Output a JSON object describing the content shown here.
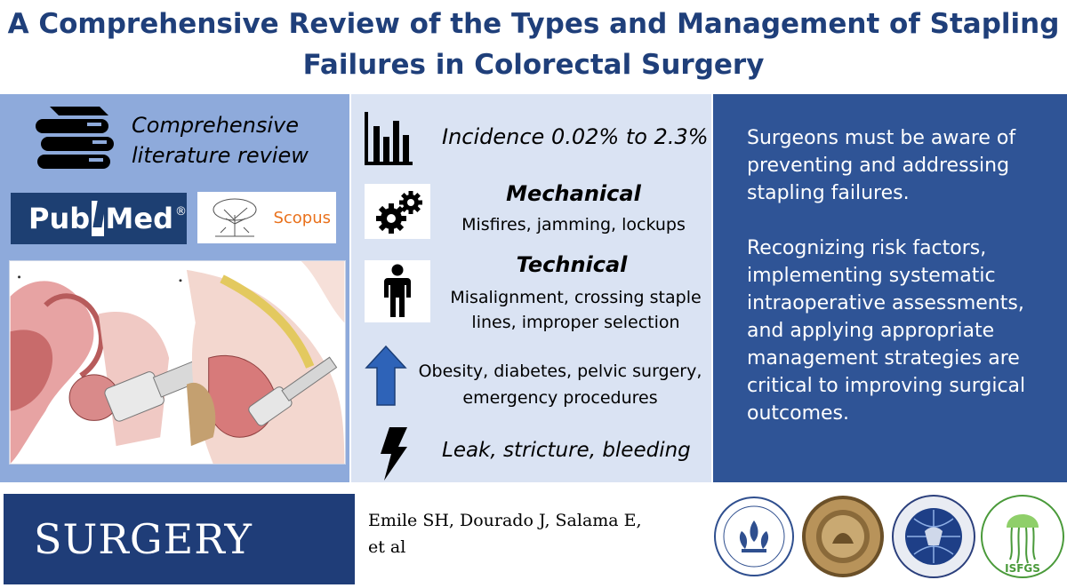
{
  "header": {
    "title_line1": "A Comprehensive Review of the Types and Management of Stapling",
    "title_line2": "Failures in Colorectal Surgery"
  },
  "left": {
    "review_line1": "Comprehensive",
    "review_line2": "literature review",
    "pubmed_part1": "Pub",
    "pubmed_part2": "Med",
    "pubmed_reg": "®",
    "scopus_label": "Scopus",
    "icons": [
      "books-icon",
      "anatomy-illustration"
    ]
  },
  "middle": {
    "incidence": "Incidence 0.02% to 2.3%",
    "mechanical_title": "Mechanical",
    "mechanical_text": "Misfires, jamming, lockups",
    "technical_title": "Technical",
    "technical_line1": "Misalignment, crossing staple",
    "technical_line2": "lines, improper selection",
    "risk_line1": "Obesity, diabetes, pelvic surgery,",
    "risk_line2": "emergency procedures",
    "outcome": "Leak, stricture, bleeding",
    "icons": [
      "bar-chart-icon",
      "gears-icon",
      "person-icon",
      "up-arrow-icon",
      "lightning-icon"
    ]
  },
  "right": {
    "para1": "Surgeons must be aware of preventing and addressing stapling failures.",
    "para2": "Recognizing risk factors, implementing systematic intraoperative assessments, and applying appropriate management strategies are critical to improving surgical outcomes."
  },
  "footer": {
    "journal": "SURGERY",
    "authors_line1": "Emile SH, Dourado J, Salama E,",
    "authors_line2": "et al",
    "seal_isfgs": "ISFGS"
  },
  "colors": {
    "title": "#1f3f7a",
    "left_panel": "#8eaadb",
    "middle_panel": "#dae3f3",
    "right_panel": "#2f5496",
    "journal_box": "#1f3d78",
    "up_arrow": "#2e63b8"
  }
}
